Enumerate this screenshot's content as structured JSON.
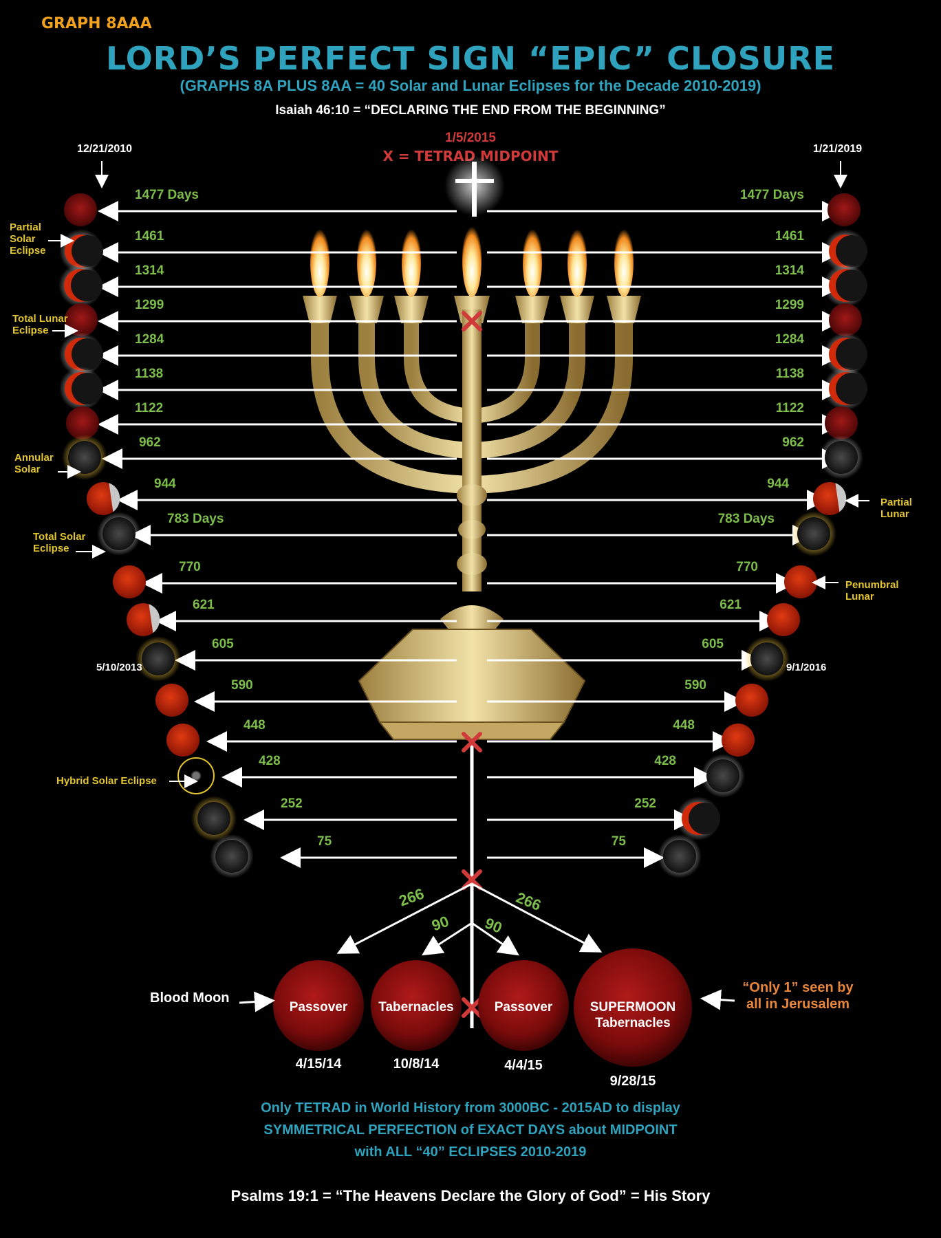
{
  "header": {
    "graph_label": "GRAPH 8AAA",
    "title": "LORD’S PERFECT SIGN “EPIC” CLOSURE",
    "subtitle": "(GRAPHS 8A PLUS 8AA = 40 Solar and Lunar Eclipses for the Decade 2010-2019)",
    "verse": "Isaiah 46:10 =  “DECLARING THE END FROM THE BEGINNING”",
    "midpoint_date": "1/5/2015",
    "midpoint_label": "X = TETRAD MIDPOINT"
  },
  "dates": {
    "left_top": "12/21/2010",
    "right_top": "1/21/2019",
    "left_mid": "5/10/2013",
    "right_mid": "9/1/2016"
  },
  "eclipse_labels": {
    "partial_solar": "Partial Solar Eclipse",
    "total_lunar": "Total Lunar Eclipse",
    "annular_solar": "Annular Solar",
    "total_solar": "Total Solar Eclipse",
    "hybrid_solar": "Hybrid Solar Eclipse",
    "partial_lunar": "Partial Lunar",
    "penumbral_lunar": "Penumbral Lunar"
  },
  "rows": [
    {
      "days": "1477 Days",
      "left": "blood",
      "right": "blood"
    },
    {
      "days": "1461",
      "left": "partial-solar",
      "right": "partial-solar"
    },
    {
      "days": "1314",
      "left": "partial-solar",
      "right": "partial-solar"
    },
    {
      "days": "1299",
      "left": "blood",
      "right": "blood"
    },
    {
      "days": "1284",
      "left": "partial-solar",
      "right": "partial-solar"
    },
    {
      "days": "1138",
      "left": "partial-solar",
      "right": "partial-solar"
    },
    {
      "days": "1122",
      "left": "blood",
      "right": "blood"
    },
    {
      "days": "962",
      "left": "annular",
      "right": "black"
    },
    {
      "days": "944",
      "left": "partial-lunar",
      "right": "partial-lunar"
    },
    {
      "days": "783 Days",
      "left": "black",
      "right": "annular"
    },
    {
      "days": "770",
      "left": "orange",
      "right": "orange"
    },
    {
      "days": "621",
      "left": "partial-lunar",
      "right": "orange"
    },
    {
      "days": "605",
      "left": "annular",
      "right": "annular"
    },
    {
      "days": "590",
      "left": "orange",
      "right": "orange"
    },
    {
      "days": "448",
      "left": "orange",
      "right": "orange"
    },
    {
      "days": "428",
      "left": "hybrid",
      "right": "black"
    },
    {
      "days": "252",
      "left": "annular",
      "right": "partial-solar"
    },
    {
      "days": "75",
      "left": "black",
      "right": "black"
    }
  ],
  "tetrad": {
    "split_outer": "266",
    "split_inner": "90",
    "blood_moon_label": "Blood Moon",
    "moons": [
      {
        "name": "Passover",
        "date": "4/15/14"
      },
      {
        "name": "Tabernacles",
        "date": "10/8/14"
      },
      {
        "name": "Passover",
        "date": "4/4/15"
      },
      {
        "name": "SUPERMOON",
        "name2": "Tabernacles",
        "date": "9/28/15"
      }
    ],
    "only1_label": "“Only 1” seen by all in Jerusalem"
  },
  "footer": {
    "line1": "Only TETRAD in World History from 3000BC - 2015AD to display",
    "line2": "SYMMETRICAL PERFECTION of EXACT DAYS about MIDPOINT",
    "line3": "with ALL “40” ECLIPSES 2010-2019",
    "psalm": "Psalms 19:1 = “The Heavens Declare the Glory of God” = His Story"
  },
  "colors": {
    "title": "#2fa3bd",
    "days": "#7dbd4a",
    "eclipse_label": "#e3c52f",
    "midpoint": "#d03a3a",
    "graph_label": "#f0a21e",
    "only1": "#e9863a"
  }
}
